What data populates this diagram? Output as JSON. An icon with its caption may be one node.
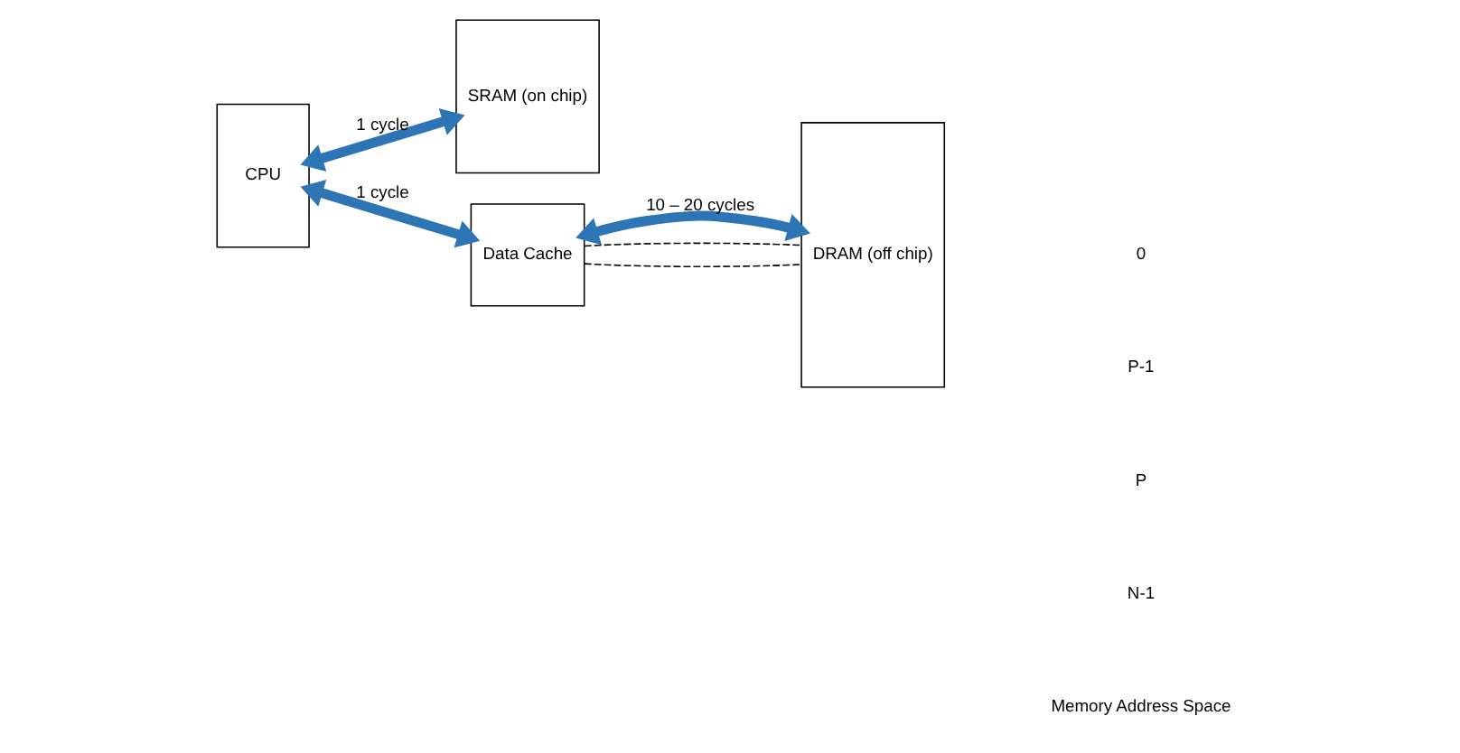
{
  "diagram": {
    "nodes": [
      {
        "text": [
          "CPU"
        ]
      },
      {
        "text": [
          "SRAM (on chip)"
        ]
      },
      {
        "text": [
          "Data Cache"
        ]
      },
      {
        "text": [
          "DRAM (off chip)"
        ]
      }
    ],
    "edges": [
      {
        "from": 0,
        "to": 1,
        "arrow": "both",
        "label": "1 cycle"
      },
      {
        "from": 0,
        "to": 2,
        "arrow": "both",
        "label": "1 cycle"
      },
      {
        "from": 2,
        "to": 3,
        "arrow": "both",
        "label": "10 – 20 cycles"
      },
      {
        "from": 2,
        "to": 3,
        "arrow": "none",
        "style": "dashed",
        "color": "#000000"
      },
      {
        "from": 2,
        "to": 3,
        "arrow": "none",
        "style": "dashed",
        "color": "#000000"
      }
    ],
    "labels": [
      "0",
      "P-1",
      "P",
      "N-1",
      "Memory Address Space"
    ]
  }
}
